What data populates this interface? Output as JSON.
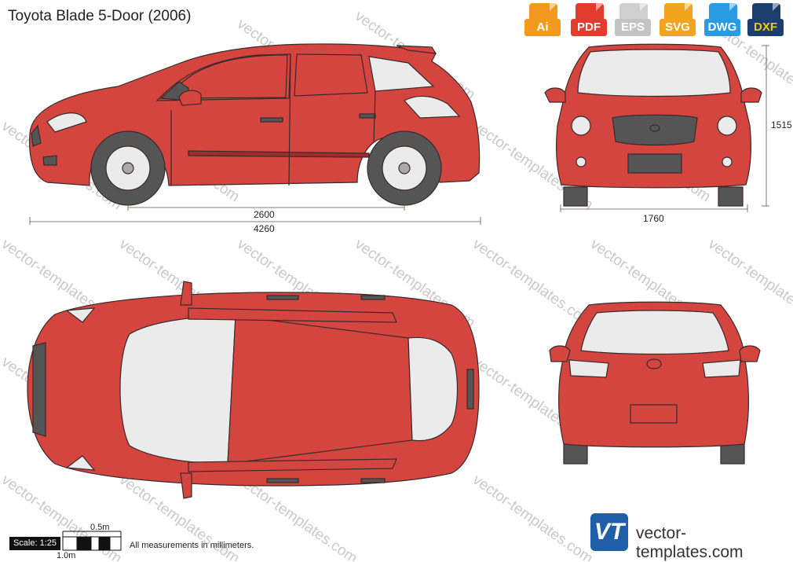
{
  "title": "Toyota Blade 5-Door (2006)",
  "formats": [
    {
      "label": "Ai",
      "color": "#f39a1e"
    },
    {
      "label": "PDF",
      "color": "#e33b2e"
    },
    {
      "label": "EPS",
      "color": "#cfcfcf"
    },
    {
      "label": "SVG",
      "color": "#f3a41e"
    },
    {
      "label": "DWG",
      "color": "#2a9be0"
    },
    {
      "label": "DXF",
      "color": "#1c3e6e"
    }
  ],
  "dimensions": {
    "wheelbase": "2600",
    "length": "4260",
    "height": "1515",
    "width": "1760"
  },
  "scale": {
    "label": "Scale: 1:25",
    "half_meter": "0.5m",
    "meter": "1.0m"
  },
  "note": "All measurements in millimeters.",
  "watermark": "vector-templates.com",
  "brand": {
    "logo": "VT",
    "site": "vector-templates.com"
  },
  "colors": {
    "body": "#d4453f",
    "outline": "#3a2a2a",
    "glass": "#ebebeb",
    "tire": "#555555"
  }
}
